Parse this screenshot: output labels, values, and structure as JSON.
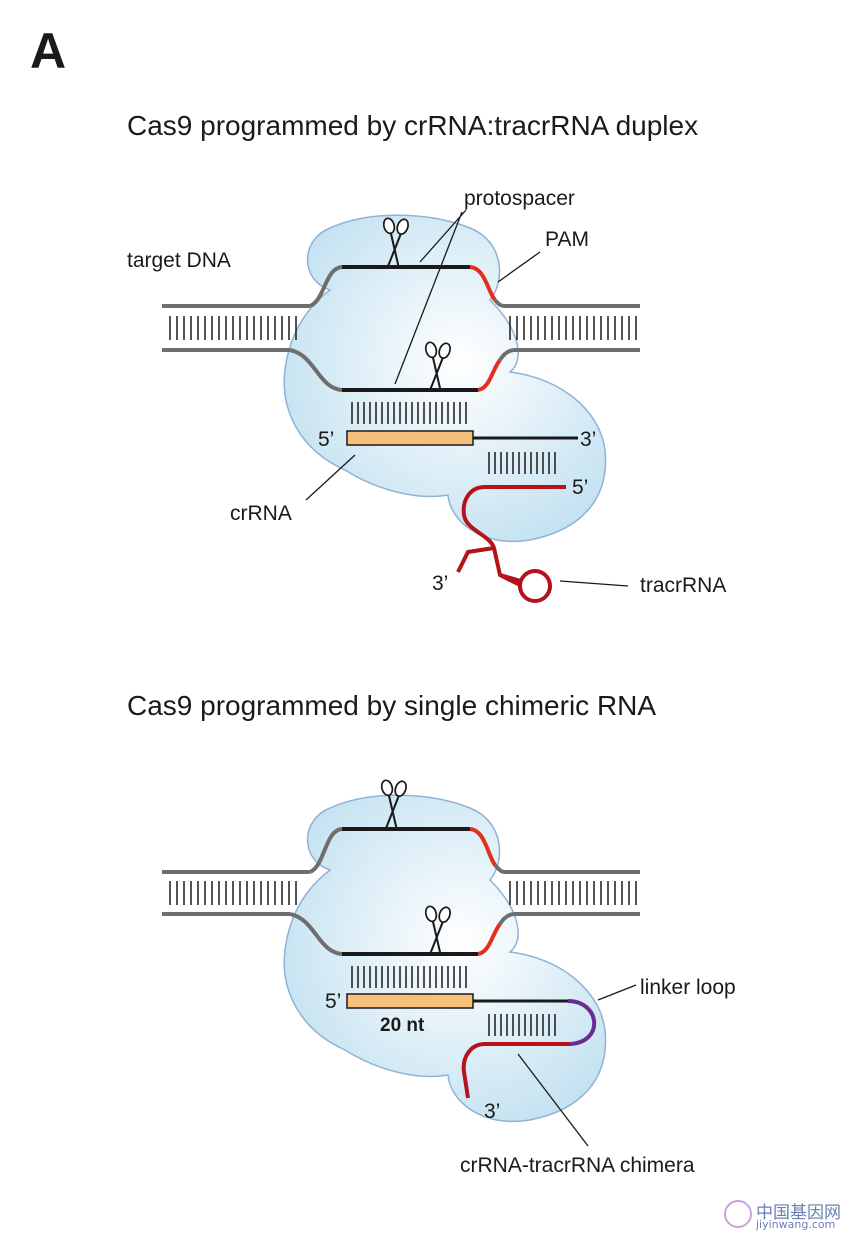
{
  "panel_label": "A",
  "diagram1": {
    "title": "Cas9 programmed by crRNA:tracrRNA duplex",
    "labels": {
      "target_dna": "target DNA",
      "protospacer": "protospacer",
      "pam": "PAM",
      "five_prime_cr": "5’",
      "three_prime_cr": "3’",
      "five_prime_tracr": "5’",
      "three_prime_tracr": "3’",
      "crrna": "crRNA",
      "tracrrna": "tracrRNA"
    }
  },
  "diagram2": {
    "title": "Cas9 programmed by single chimeric RNA",
    "labels": {
      "five_prime": "5’",
      "twenty_nt": "20 nt",
      "linker_loop": "linker loop",
      "three_prime": "3’",
      "chimera": "crRNA-tracrRNA chimera"
    }
  },
  "watermark": {
    "text": "中国基因网",
    "url": "jiyinwang.com"
  },
  "colors": {
    "cas9_fill": "#cfe8f4",
    "cas9_stroke": "#8fb3d6",
    "dna_gray": "#6e6e6e",
    "strand_black": "#1a1a1a",
    "pam_red": "#e0301e",
    "tracr_red": "#b5121b",
    "crrna_orange": "#f7c07a",
    "linker_purple": "#6a2c91"
  }
}
